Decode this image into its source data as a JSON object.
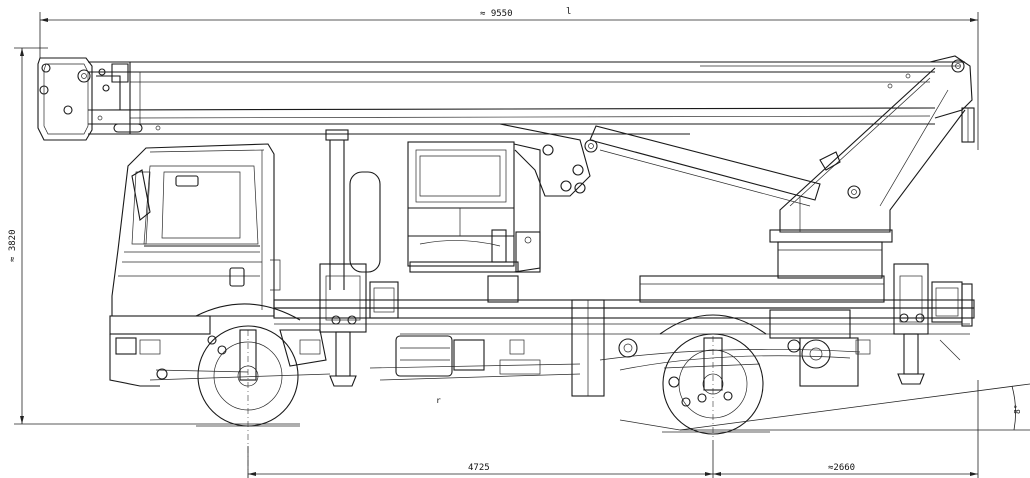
{
  "dimensions": {
    "overall_length": "≈ 9550",
    "overall_height": "≈ 3820",
    "wheelbase": "4725",
    "rear_overhang": "≈2660",
    "departure_angle": "8°"
  },
  "labels": {
    "top_mark": "l",
    "center_mark": "r"
  }
}
